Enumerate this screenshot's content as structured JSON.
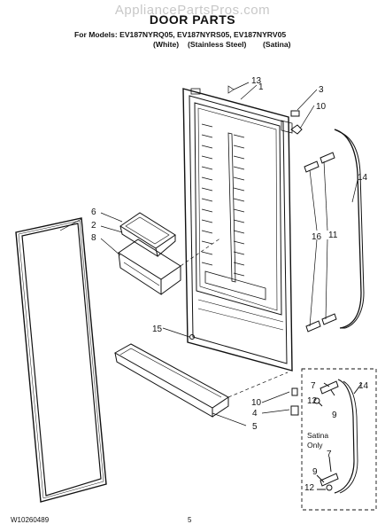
{
  "watermark": "AppliancePartsPros.com",
  "header": {
    "title": "DOOR PARTS",
    "models_line": "For Models: EV187NYRQ05, EV187NYRS05, EV187NYRV05",
    "finishes": [
      "(White)",
      "(Stainless Steel)",
      "(Satina)"
    ]
  },
  "callouts": {
    "c1": "1",
    "c3": "3",
    "c10a": "10",
    "c13": "13",
    "c6": "6",
    "c2": "2",
    "c8": "8",
    "c16": "16",
    "c11": "11",
    "c14a": "14",
    "c15": "15",
    "c10b": "10",
    "c4": "4",
    "c5": "5",
    "c7a": "7",
    "c14b": "14",
    "c12a": "12",
    "c9a": "9",
    "c7b": "7",
    "c9b": "9",
    "c12b": "12"
  },
  "inset_note": [
    "Satina",
    "Only"
  ],
  "footer": {
    "doc_number": "W10260489",
    "page_number": "5"
  }
}
